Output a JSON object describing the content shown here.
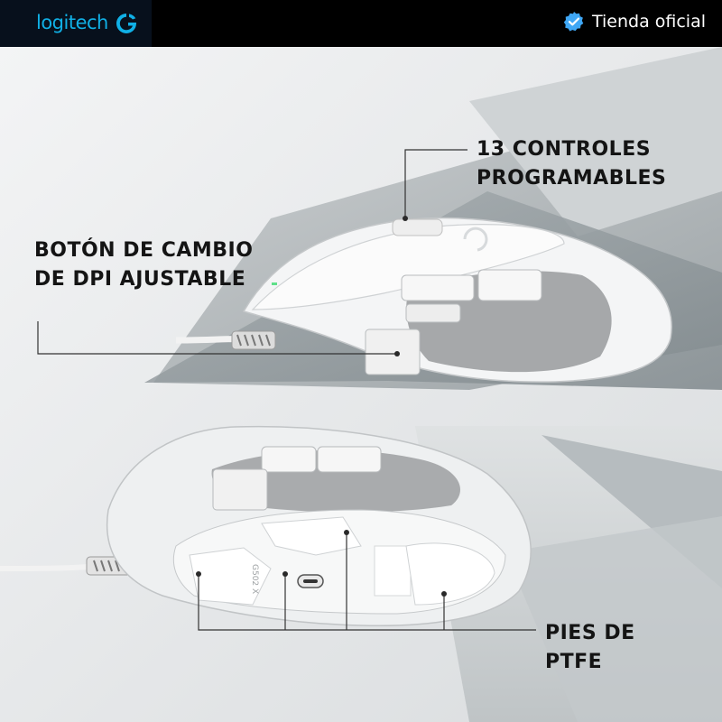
{
  "brand": {
    "name": "logitech",
    "g_logo": "logitech-g-logo",
    "accent": "#10b0e6"
  },
  "badge": {
    "icon": "verified-check-icon",
    "label": "Tienda oficial",
    "color": "#3fa7f5"
  },
  "callouts": {
    "controls": {
      "line1": "13 CONTROLES",
      "line2": "PROGRAMABLES"
    },
    "dpi": {
      "line1": "BOTÓN DE CAMBIO",
      "line2": "DE DPI AJUSTABLE"
    },
    "feet": {
      "line1": "PIES DE",
      "line2": "PTFE"
    }
  },
  "product": {
    "model_marking": "G502 X",
    "color": "white"
  }
}
